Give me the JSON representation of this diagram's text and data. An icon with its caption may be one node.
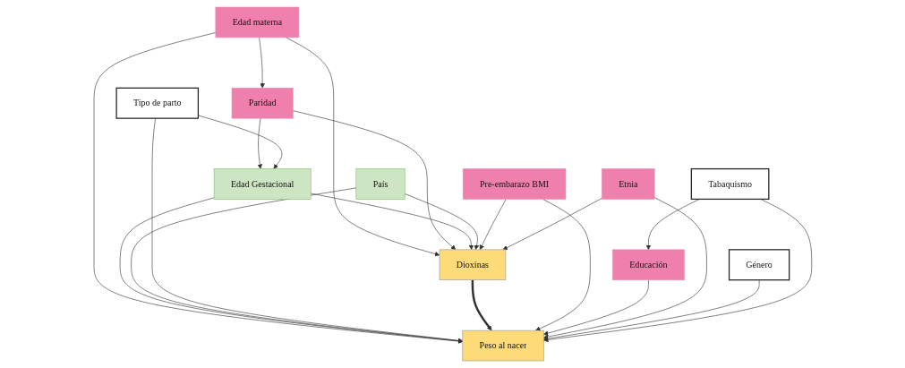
{
  "diagram": {
    "nodes": [
      {
        "text": [
          "Edad materna"
        ]
      },
      {
        "text": [
          "Paridad"
        ]
      },
      {
        "text": [
          "Edad Gestacional"
        ]
      },
      {
        "text": [
          "Tipo de parto"
        ]
      },
      {
        "text": [
          "País"
        ]
      },
      {
        "text": [
          "Dioxinas"
        ]
      },
      {
        "text": [
          "Peso al nacer"
        ]
      },
      {
        "text": [
          "Pre-embarazo BMI"
        ]
      },
      {
        "text": [
          "Educación"
        ]
      },
      {
        "text": [
          "Etnia"
        ]
      },
      {
        "text": [
          "Género"
        ]
      },
      {
        "text": [
          "Tabaquismo"
        ]
      }
    ],
    "edges": [
      {
        "from": 0,
        "to": 1,
        "arrow": "to"
      },
      {
        "from": 1,
        "to": 2,
        "arrow": "to"
      },
      {
        "from": 3,
        "to": 2,
        "arrow": "to"
      },
      {
        "from": 0,
        "to": 5,
        "arrow": "to"
      },
      {
        "from": 0,
        "to": 6,
        "arrow": "to"
      },
      {
        "from": 1,
        "to": 5,
        "arrow": "to"
      },
      {
        "from": 2,
        "to": 5,
        "arrow": "to"
      },
      {
        "from": 2,
        "to": 6,
        "arrow": "to"
      },
      {
        "from": 4,
        "to": 5,
        "arrow": "to"
      },
      {
        "from": 4,
        "to": 6,
        "arrow": "to"
      },
      {
        "from": 3,
        "to": 6,
        "arrow": "to"
      },
      {
        "from": 5,
        "to": 6,
        "arrow": "to",
        "style": "thick"
      },
      {
        "from": 7,
        "to": 5,
        "arrow": "to"
      },
      {
        "from": 7,
        "to": 6,
        "arrow": "to"
      },
      {
        "from": 8,
        "to": 6,
        "arrow": "to"
      },
      {
        "from": 9,
        "to": 6,
        "arrow": "to"
      },
      {
        "from": 9,
        "to": 5,
        "arrow": "to"
      },
      {
        "from": 10,
        "to": 6,
        "arrow": "to"
      },
      {
        "from": 11,
        "to": 8,
        "arrow": "to"
      },
      {
        "from": 11,
        "to": 6,
        "arrow": "to"
      }
    ]
  }
}
